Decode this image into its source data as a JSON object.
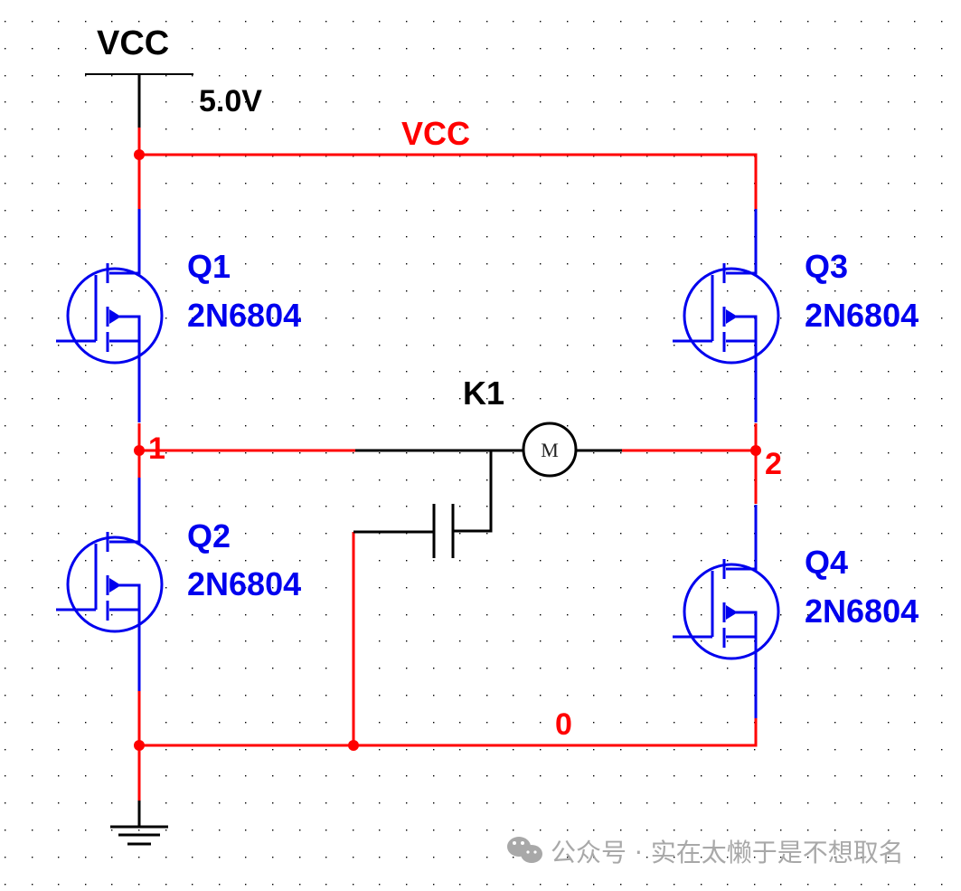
{
  "schematic": {
    "title": "H-bridge motor driver schematic",
    "colors": {
      "net": "#ff0000",
      "component": "#0000ee",
      "passive": "#000000",
      "grid_dot": "#000000",
      "watermark": "#a8a8a8"
    },
    "supply": {
      "name": "VCC",
      "voltage": "5.0V"
    },
    "nets": {
      "vcc": "VCC",
      "node1": "1",
      "node2": "2",
      "ground": "0"
    },
    "transistors": [
      {
        "ref": "Q1",
        "part": "2N6804"
      },
      {
        "ref": "Q2",
        "part": "2N6804"
      },
      {
        "ref": "Q3",
        "part": "2N6804"
      },
      {
        "ref": "Q4",
        "part": "2N6804"
      }
    ],
    "motor": {
      "ref": "K1",
      "symbol": "M"
    },
    "ground_symbol": "ground-icon"
  },
  "watermark": {
    "icon": "wechat-icon",
    "text": "公众号 · 实在太懒于是不想取名"
  }
}
